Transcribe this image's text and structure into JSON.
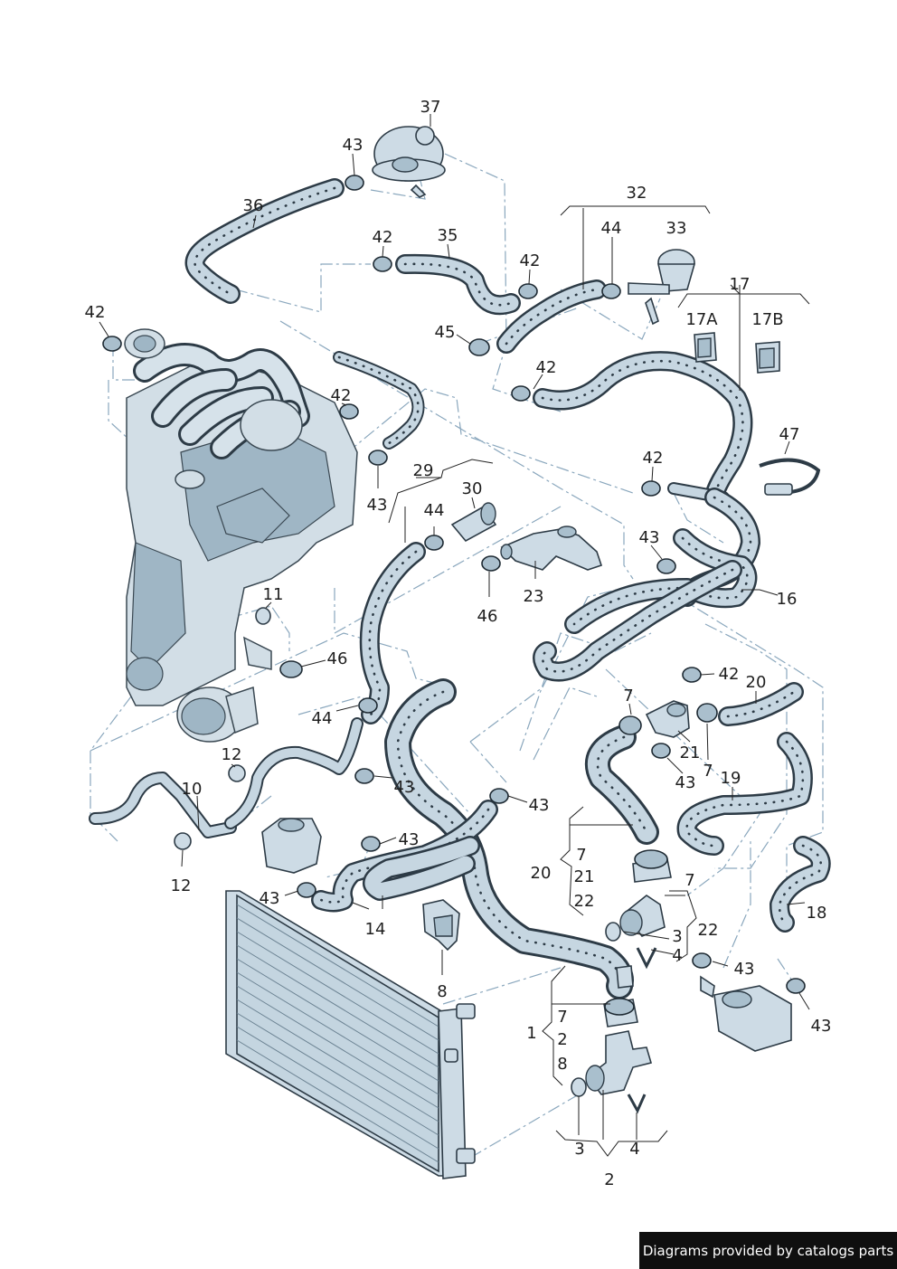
{
  "footer": {
    "text": "Diagrams provided by catalogs parts"
  },
  "callouts": {
    "c37": "37",
    "c43a": "43",
    "c36": "36",
    "c35": "35",
    "c42a": "42",
    "c32": "32",
    "c44a": "44",
    "c33": "33",
    "c42b": "42",
    "c17": "17",
    "c17a": "17A",
    "c17b": "17B",
    "c42c": "42",
    "c45": "45",
    "c42d": "42",
    "c42e": "42",
    "c47": "47",
    "c42f": "42",
    "c43b": "43",
    "c29": "29",
    "c30": "30",
    "c44b": "44",
    "c43c": "43",
    "c16": "16",
    "c23": "23",
    "c46a": "46",
    "c11": "11",
    "c46b": "46",
    "c42g": "42",
    "c20a": "20",
    "c7a": "7",
    "c44c": "44",
    "c21a": "21",
    "c12a": "12",
    "c7b": "7",
    "c43d": "43",
    "c19": "19",
    "c43e": "43",
    "c43f": "43",
    "c10": "10",
    "c43g": "43",
    "c12b": "12",
    "c7c": "7",
    "c20b": "20",
    "c21b": "21",
    "c7d": "7",
    "c22a": "22",
    "c43h": "43",
    "c14": "14",
    "c18": "18",
    "c3a": "3",
    "c22b": "22",
    "c4a": "4",
    "c43i": "43",
    "c8": "8",
    "c43j": "43",
    "c7e": "7",
    "c1": "1",
    "c2a": "2",
    "c8b": "8",
    "c3b": "3",
    "c4b": "4",
    "c2b": "2"
  },
  "colors": {
    "line": "#2d3b46",
    "hose_fill": "#c6d6e1",
    "dash_line": "#8aa7bd",
    "footer_bg": "#0f0f0f"
  }
}
